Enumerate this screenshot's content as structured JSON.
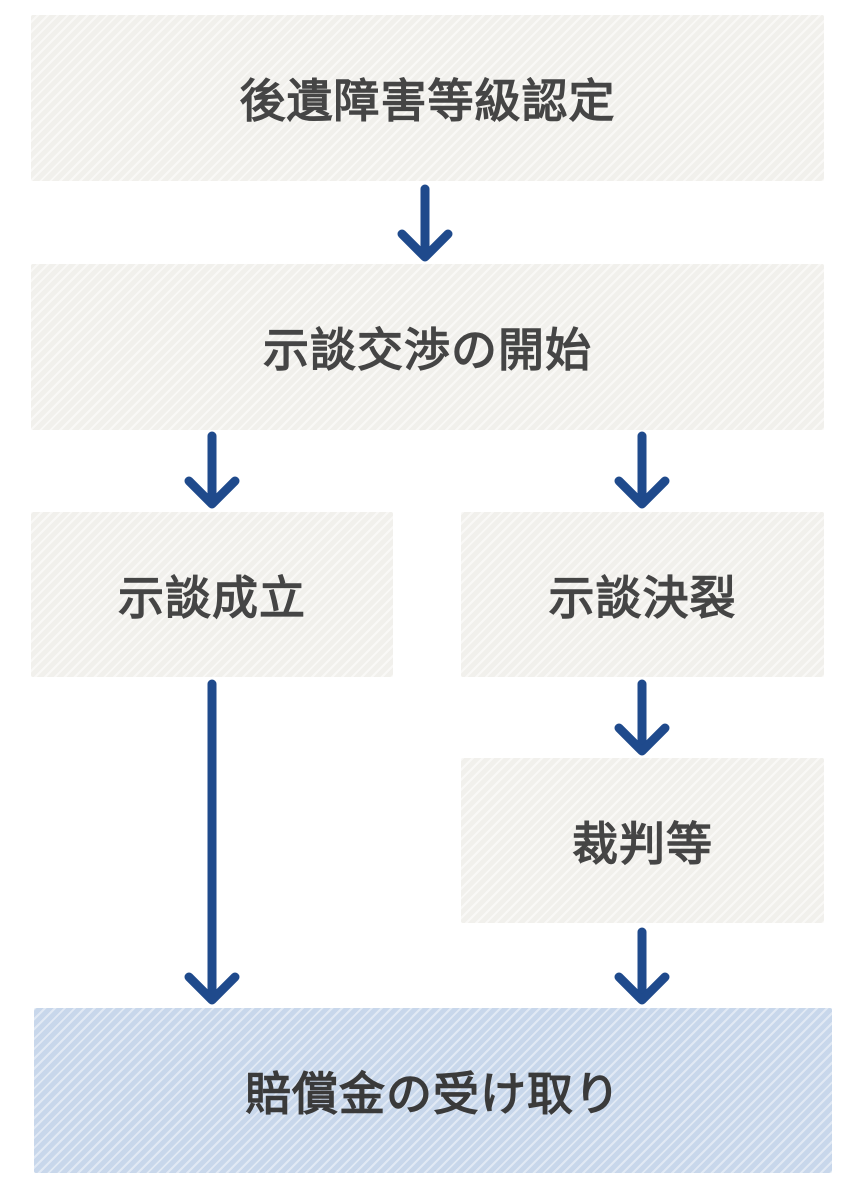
{
  "flow": {
    "step_certification": "後遺障害等級認定",
    "step_negotiation_start": "示談交渉の開始",
    "step_settlement": "示談成立",
    "step_breakdown": "示談決裂",
    "step_trial": "裁判等",
    "step_compensation": "賠償金の受け取り"
  },
  "colors": {
    "box_fill": "#f1f0ec",
    "final_box_fill": "#c8d7eb",
    "arrow": "#1f4a8c",
    "text": "#454545"
  }
}
